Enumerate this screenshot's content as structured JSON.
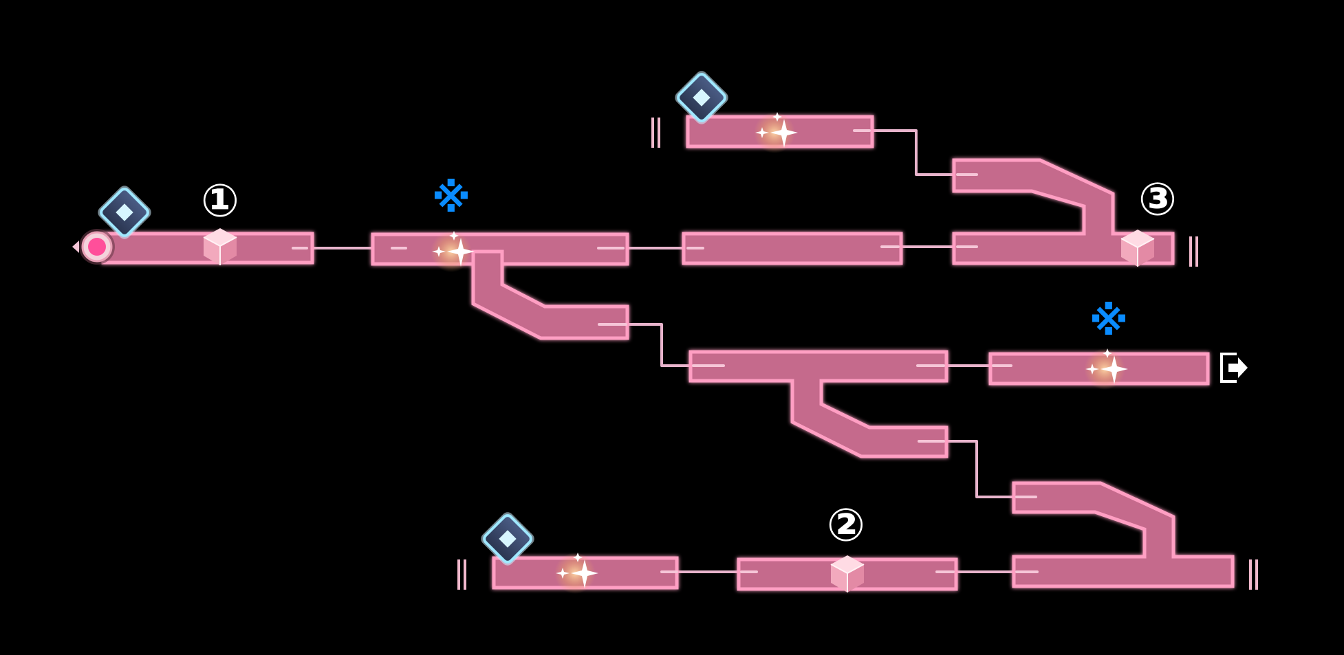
{
  "map": {
    "colors": {
      "background": "#000000",
      "corridor": "#c56a8c",
      "corridor_glow": "#ff9fc3",
      "connector": "#e8b4cc",
      "waypoint": "#7fe3ff",
      "snowflake_marker": "#0a8cff",
      "start_marker": "#ff4f9a"
    },
    "labels": {
      "chest_1": "①",
      "chest_2": "②",
      "chest_3": "③",
      "marker_symbol": "※"
    },
    "icons": {
      "waypoint": "diamond-waypoint-icon",
      "chest": "cube-chest-icon",
      "sparkle": "sparkle-icon",
      "gate": "double-bar-gate-icon",
      "exit": "exit-door-icon",
      "start": "start-position-icon",
      "marker": "snowflake-marker-icon"
    }
  }
}
